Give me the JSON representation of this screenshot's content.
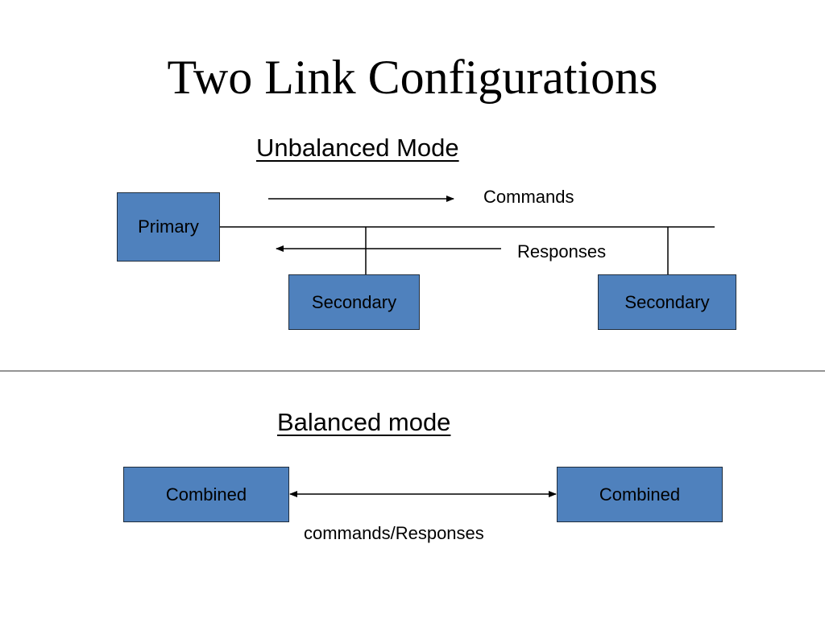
{
  "title": "Two Link Configurations",
  "unbalanced": {
    "heading": "Unbalanced Mode",
    "primary_label": "Primary",
    "secondary_labels": [
      "Secondary",
      "Secondary"
    ],
    "commands_label": "Commands",
    "responses_label": "Responses"
  },
  "balanced": {
    "heading": "Balanced mode",
    "combined_labels": [
      "Combined",
      "Combined"
    ],
    "link_label": "commands/Responses"
  },
  "colors": {
    "box_fill": "#4f81bd",
    "box_border": "#1f2d3d",
    "line": "#000000",
    "divider": "#555555"
  }
}
